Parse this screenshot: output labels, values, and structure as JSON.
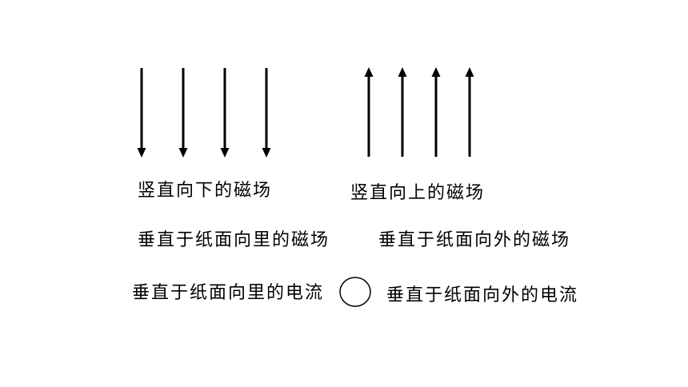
{
  "labels": {
    "field_down": "竖直向下的磁场",
    "field_up": "竖直向上的磁场",
    "field_into": "垂直于纸面向里的磁场",
    "field_out": "垂直于纸面向外的磁场",
    "current_into": "垂直于纸面向里的电流",
    "current_out": "垂直于纸面向外的电流"
  },
  "field_lines": [
    {
      "direction": "down",
      "count": 4
    },
    {
      "direction": "up",
      "count": 4
    }
  ],
  "colors": {
    "ink": "#000000",
    "background": "#ffffff"
  }
}
